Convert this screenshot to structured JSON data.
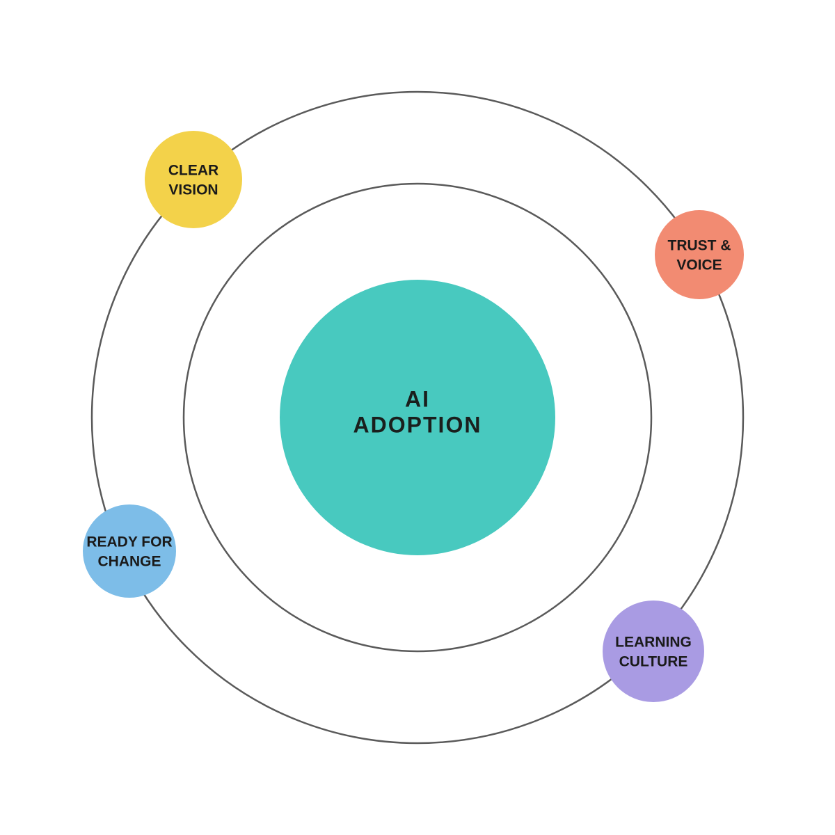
{
  "colors": {
    "center": "#48c9bf",
    "clear_vision": "#f3d24a",
    "trust_voice": "#f28b72",
    "ready_for_change": "#7dbde8",
    "learning_culture": "#a99be3",
    "orbit_line": "#5a5a5a"
  },
  "center": {
    "line1": "AI",
    "line2": "ADOPTION"
  },
  "nodes": {
    "clear_vision": {
      "line1": "CLEAR",
      "line2": "VISION"
    },
    "trust_voice": {
      "line1": "TRUST &",
      "line2": "VOICE"
    },
    "ready_for_change": {
      "line1": "READY FOR",
      "line2": "CHANGE"
    },
    "learning_culture": {
      "line1": "LEARNING",
      "line2": "CULTURE"
    }
  }
}
